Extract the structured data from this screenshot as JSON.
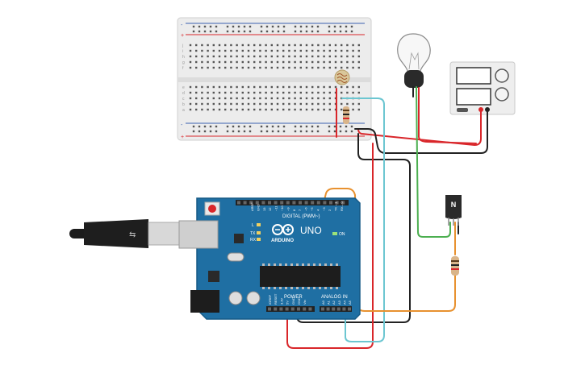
{
  "arduino": {
    "brand": "ARDUINO",
    "model": "UNO",
    "digital_label": "DIGITAL (PWM~)",
    "power_label": "POWER",
    "analog_label": "ANALOG IN",
    "on_label": "ON",
    "l_label": "L",
    "tx_label": "TX",
    "rx_label": "RX",
    "digital_pins": [
      "AREF",
      "GND",
      "13",
      "12",
      "~11",
      "~10",
      "~9",
      "8",
      "7",
      "~6",
      "~5",
      "4",
      "~3",
      "2",
      "TX→1",
      "RX←0"
    ],
    "power_pins": [
      "IOREF",
      "RESET",
      "3.3V",
      "5V",
      "GND",
      "GND",
      "Vin"
    ],
    "analog_pins": [
      "A0",
      "A1",
      "A2",
      "A3",
      "A4",
      "A5"
    ]
  },
  "breadboard": {
    "row_letters_top": [
      "j",
      "i",
      "h",
      "g",
      "f"
    ],
    "row_letters_bottom": [
      "e",
      "d",
      "c",
      "b",
      "a"
    ],
    "rail_minus": "-",
    "rail_plus": "+"
  },
  "transistor": {
    "label": "N"
  },
  "power_supply": {
    "display_top": "",
    "display_bottom": ""
  },
  "colors": {
    "board_blue": "#1f6fa3",
    "wire_red": "#d9262a",
    "wire_black": "#222222",
    "wire_cyan": "#6cc6d1",
    "wire_orange": "#e8912f",
    "wire_green": "#4caf50"
  }
}
